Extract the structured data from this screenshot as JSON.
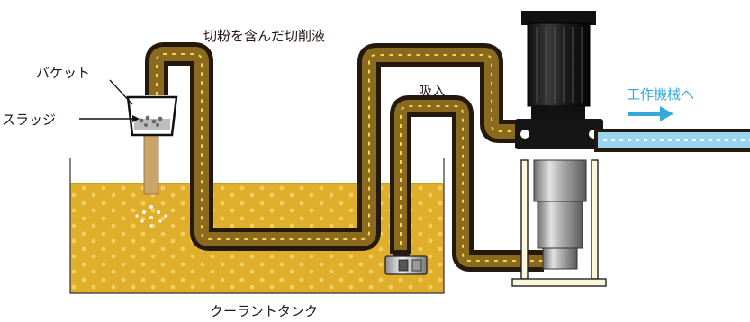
{
  "labels": {
    "chip_fluid": "切粉を含んだ切削液",
    "bucket": "バケット",
    "sludge": "スラッジ",
    "suction": "吸入",
    "to_machine": "工作機械へ",
    "tank": "クーラントタンク"
  },
  "colors": {
    "coolant": "#dfae2a",
    "coolant_dot": "#f2cf63",
    "pipe_wall": "#24190c",
    "pipe_flow": "#8a6a1e",
    "flow_arrow": "#f2d54a",
    "outlet_pipe": "#9ad4ef",
    "outlet_arrow": "#35a8dc",
    "label_text": "#231815",
    "blue_label": "#35a8dc"
  },
  "flow_arrow_glyph": "<"
}
